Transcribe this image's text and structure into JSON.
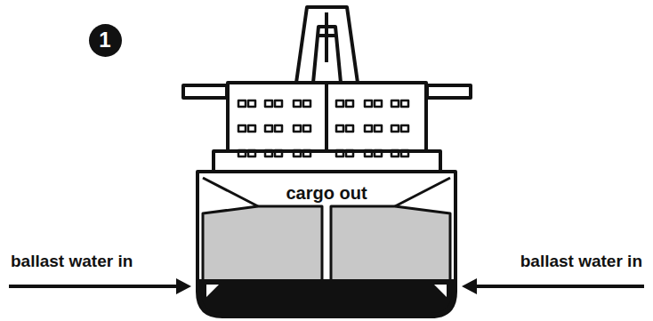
{
  "diagram": {
    "nodes": [
      {
        "text": [
          "1"
        ]
      },
      {
        "text": [
          "cargo out"
        ]
      }
    ],
    "labels": [
      "ballast water in",
      "ballast water in"
    ]
  }
}
